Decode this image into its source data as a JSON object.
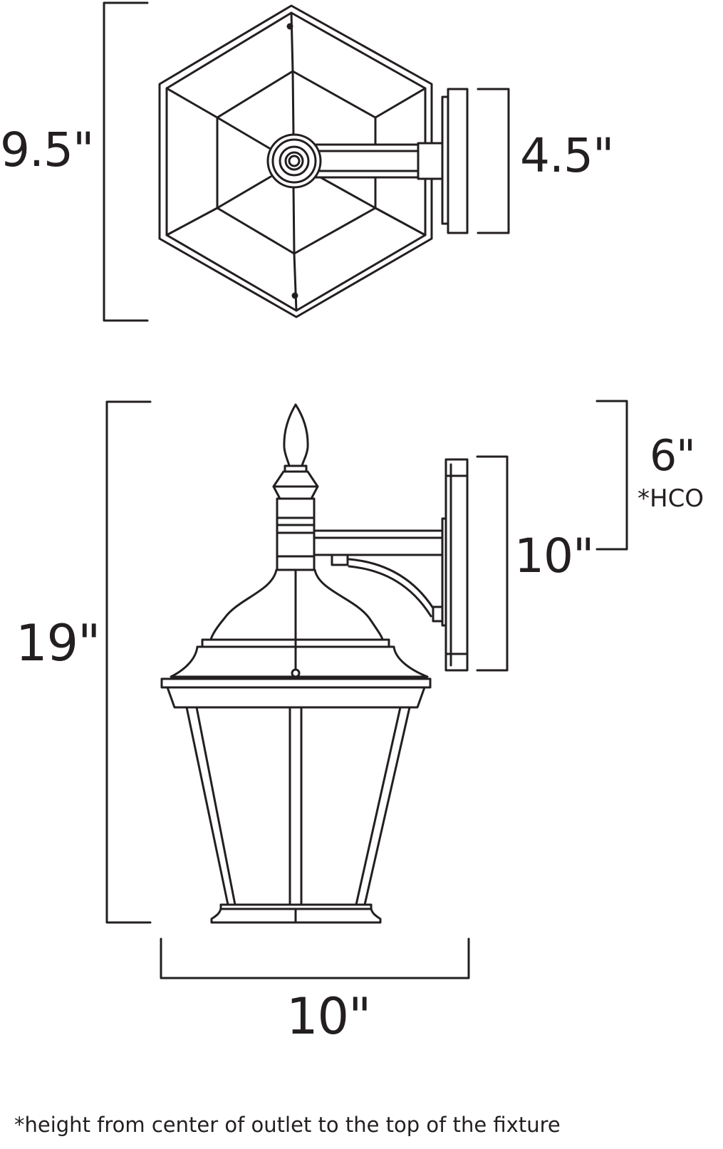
{
  "dimensions": {
    "top_view_height": "9.5\"",
    "top_view_mount_depth": "4.5\"",
    "hco_value": "6\"",
    "hco_label": "*HCO",
    "backplate_height": "10\"",
    "overall_height": "19\"",
    "overall_width": "10\""
  },
  "footnote": "*height from center of outlet to the top of the fixture",
  "colors": {
    "line": "#231f20",
    "background": "#ffffff"
  }
}
